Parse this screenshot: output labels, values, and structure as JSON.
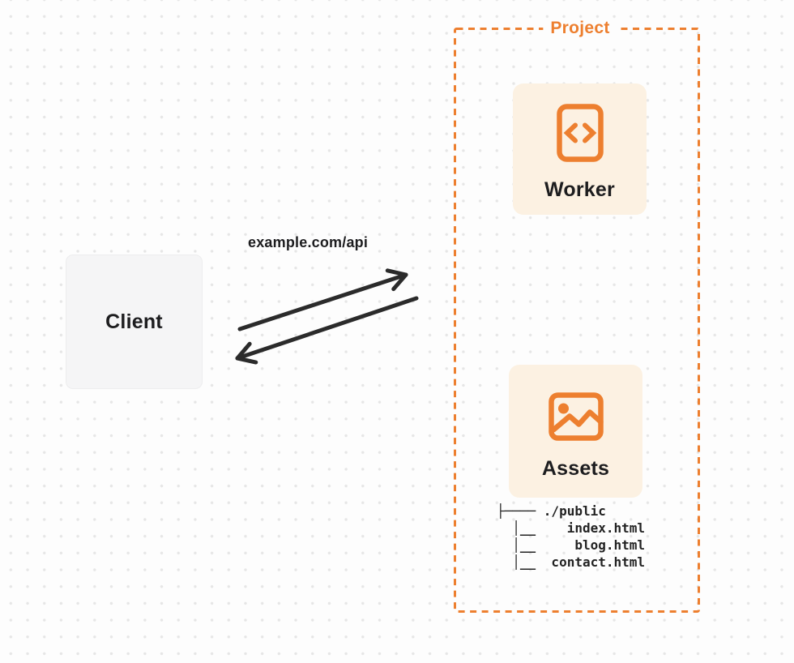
{
  "colors": {
    "accent_orange": "#ED7F2F",
    "card_fill": "#FCF1E2",
    "client_fill": "#F5F5F6",
    "arrow_dark": "#2B2B2B",
    "background": "#FDFDFD",
    "dot_grid": "#E6E6E6",
    "text_dark": "#1D1D1F"
  },
  "client": {
    "label": "Client"
  },
  "request": {
    "url_label": "example.com/api"
  },
  "project": {
    "label": "Project",
    "worker": {
      "label": "Worker",
      "icon": "code-icon"
    },
    "assets": {
      "label": "Assets",
      "icon": "image-icon",
      "tree": [
        "├──── ./public",
        "  │__    index.html",
        "  │__     blog.html",
        "  │__  contact.html"
      ]
    }
  }
}
